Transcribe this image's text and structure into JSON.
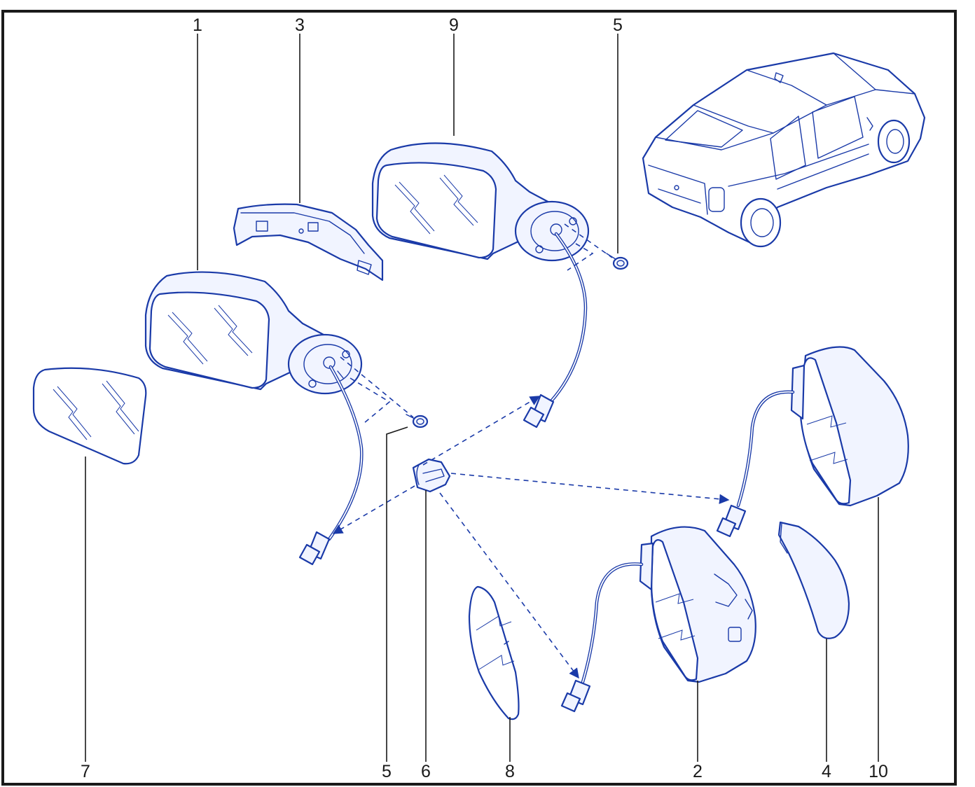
{
  "colors": {
    "line": "#1a3aa8",
    "fill": "#f1f4ff",
    "frame": "#1a1a1a"
  },
  "callouts": {
    "c1": "1",
    "c3": "3",
    "c9": "9",
    "c5_top": "5",
    "c7": "7",
    "c5_bottom": "5",
    "c6": "6",
    "c8": "8",
    "c2": "2",
    "c4": "4",
    "c10": "10"
  }
}
